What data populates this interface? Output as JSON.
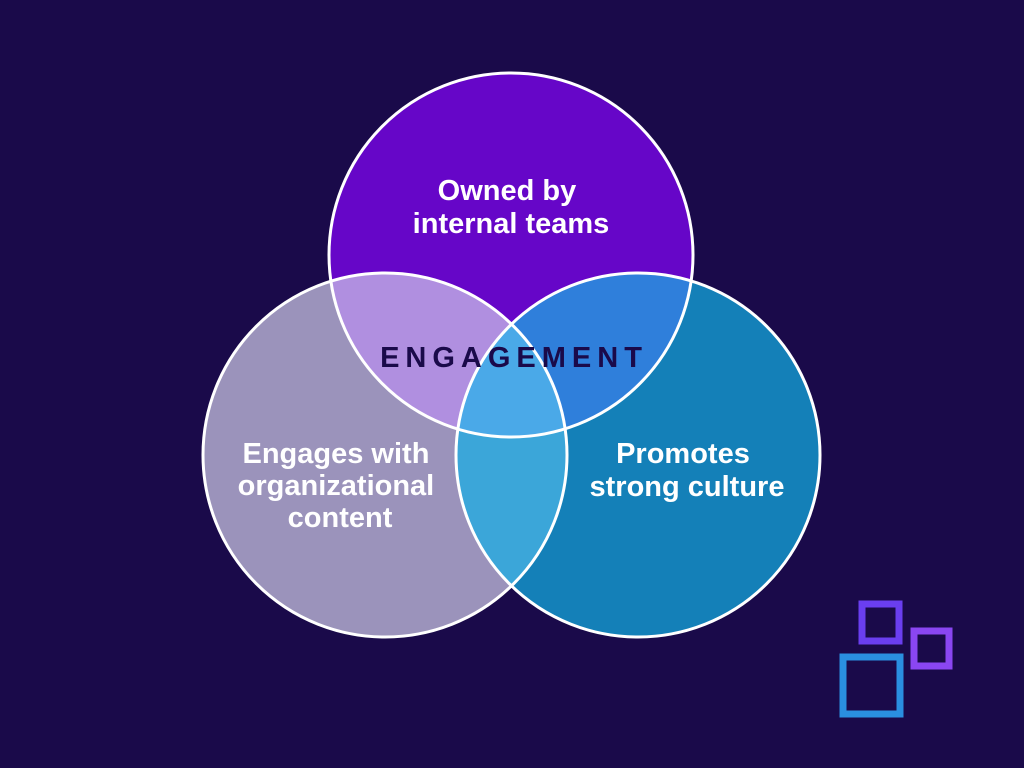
{
  "diagram": {
    "center_label": "ENGAGEMENT",
    "sets": [
      {
        "id": "top",
        "label_lines": [
          "Owned by",
          "internal teams"
        ],
        "color": "#6606c8"
      },
      {
        "id": "left",
        "label_lines": [
          "Engages with",
          "organizational",
          "content"
        ],
        "color": "#9b93bb"
      },
      {
        "id": "right",
        "label_lines": [
          "Promotes",
          "strong culture"
        ],
        "color": "#1480b8"
      }
    ],
    "overlap_colors": {
      "top_left": "#b08fe0",
      "top_right": "#2f7fdb",
      "left_right": "#3ba6d9",
      "all": "#4aa9e8"
    },
    "outline_color": "#ffffff",
    "background_color": "#1a0a4a",
    "logo": {
      "name": "squares-logo-icon",
      "colors": [
        "#6a3ef0",
        "#8a46f2",
        "#2a8fe0"
      ]
    }
  }
}
